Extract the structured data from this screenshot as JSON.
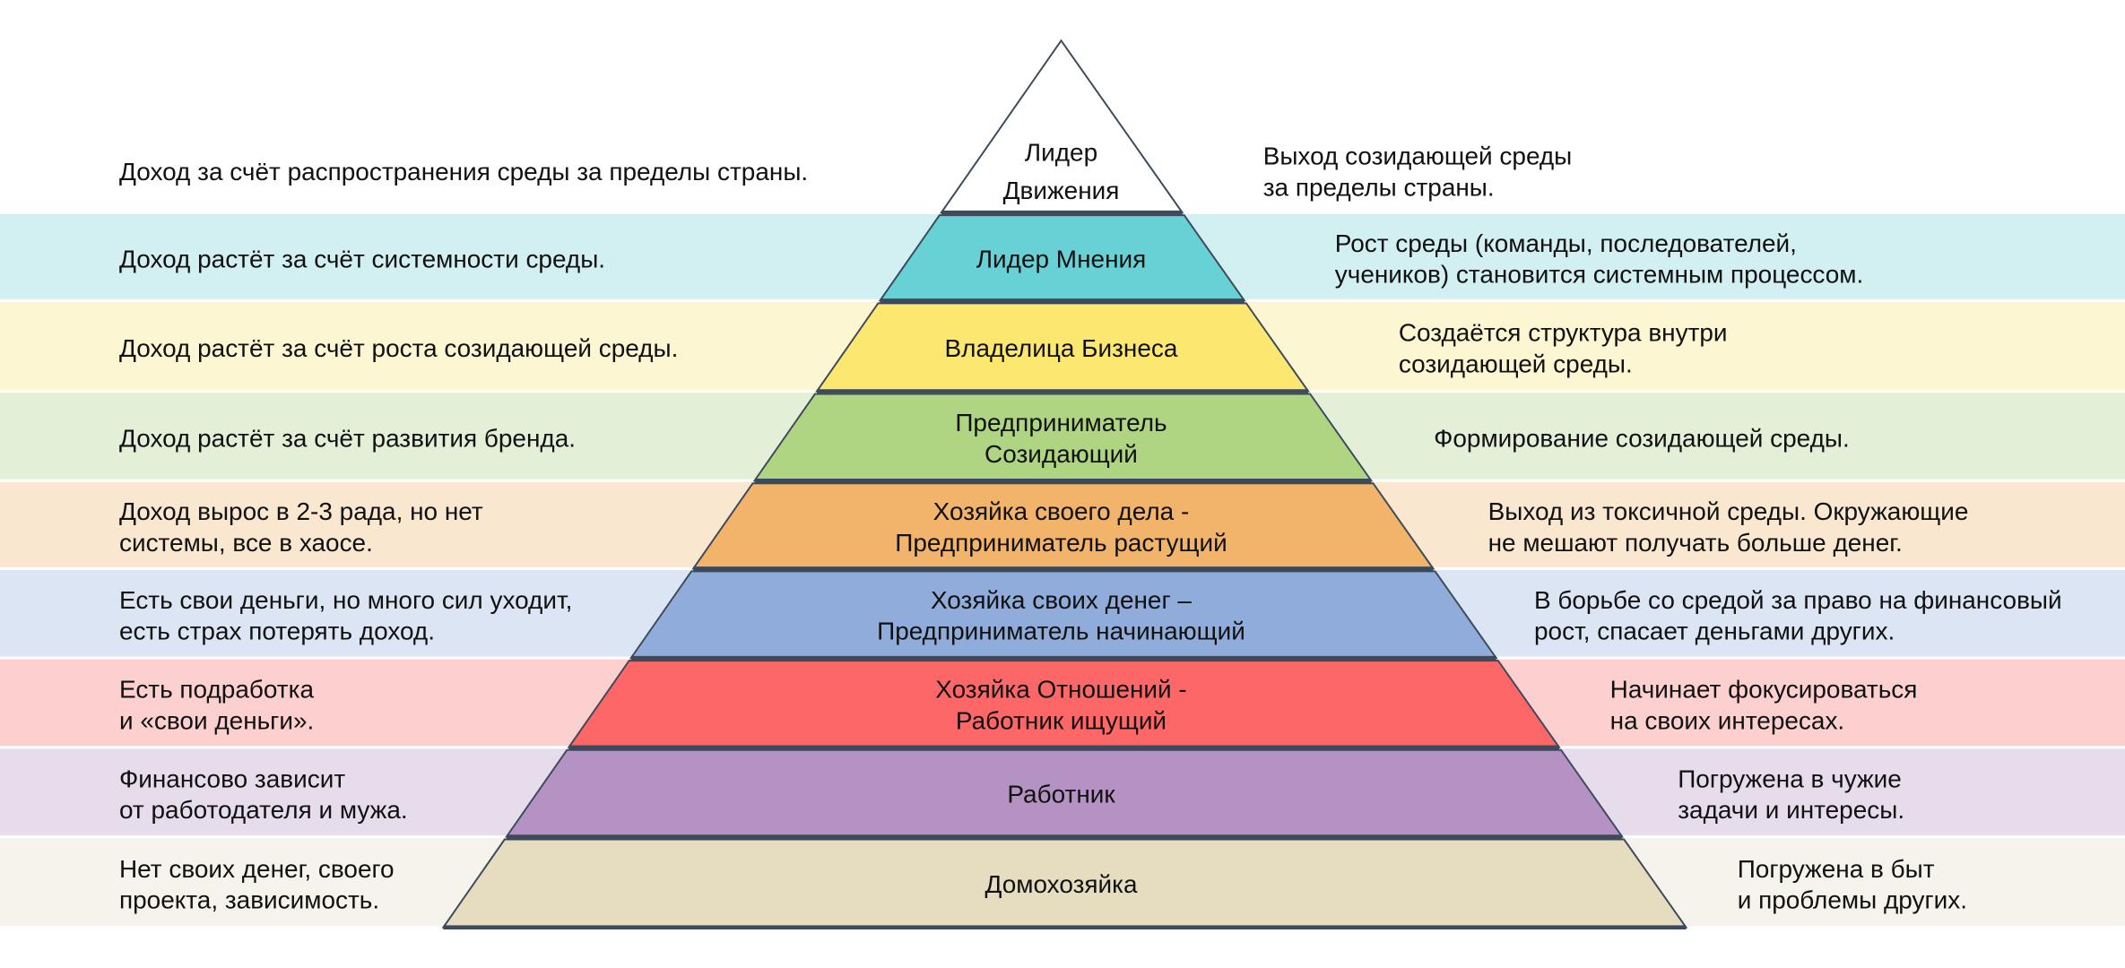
{
  "title": "Пирамида уровней",
  "levels": [
    {
      "name": [
        "Лидер",
        "Движения"
      ],
      "left": [
        "Доход за счёт распространения среды за пределы страны."
      ],
      "right": [
        "Выход созидающей среды",
        "за пределы страны."
      ],
      "bg": "#ffffff",
      "fill": "#ffffff"
    },
    {
      "name": [
        "Лидер Мнения"
      ],
      "left": [
        "Доход растёт за счёт системности среды."
      ],
      "right": [
        "Рост среды (команды, последователей,",
        "учеников) становится системным процессом."
      ],
      "bg": "#d2eff2",
      "fill": "#68d1d6"
    },
    {
      "name": [
        "Владелица Бизнеса"
      ],
      "left": [
        "Доход растёт за счёт роста созидающей среды."
      ],
      "right": [
        "Создаётся структура внутри",
        "созидающей среды."
      ],
      "bg": "#fdf6d3",
      "fill": "#fce870"
    },
    {
      "name": [
        "Предприниматель",
        "Созидающий"
      ],
      "left": [
        "Доход растёт за счёт развития  бренда."
      ],
      "right": [
        "Формирование созидающей среды."
      ],
      "bg": "#e4efd8",
      "fill": "#afd583"
    },
    {
      "name": [
        "Хозяйка своего дела -",
        "Предприниматель растущий"
      ],
      "left": [
        "Доход вырос в 2-3 рада, но нет",
        "системы, все в хаосе."
      ],
      "right": [
        "Выход из токсичной среды. Окружающие",
        "не мешают получать больше денег."
      ],
      "bg": "#fae7d0",
      "fill": "#f2b36a"
    },
    {
      "name": [
        "Хозяйка своих денег –",
        "Предприниматель начинающий"
      ],
      "left": [
        "Есть свои деньги, но много сил уходит,",
        "есть страх потерять доход."
      ],
      "right": [
        "В борьбе со средой за право на финансовый",
        "рост, спасает деньгами других."
      ],
      "bg": "#dce5f3",
      "fill": "#8facda"
    },
    {
      "name": [
        "Хозяйка Отношений -",
        "Работник ищущий"
      ],
      "left": [
        "Есть подработка",
        "и «свои деньги»."
      ],
      "right": [
        "Начинает фокусироваться",
        "на своих интересах."
      ],
      "bg": "#fdd0d0",
      "fill": "#fe6768"
    },
    {
      "name": [
        "Работник"
      ],
      "left": [
        "Финансово зависит",
        "от работодателя и мужа."
      ],
      "right": [
        "Погружена в чужие",
        "задачи и интересы."
      ],
      "bg": "#e6dcec",
      "fill": "#b592c4"
    },
    {
      "name": [
        "Домохозяйка"
      ],
      "left": [
        "Нет  своих денег, своего",
        "проекта, зависимость."
      ],
      "right": [
        "Погружена в быт",
        "и проблемы других."
      ],
      "bg": "#f6f3ec",
      "fill": "#e6dcc0"
    }
  ],
  "colors": {
    "separator": "#3d4a5a",
    "outline": "#3d4a5a"
  }
}
